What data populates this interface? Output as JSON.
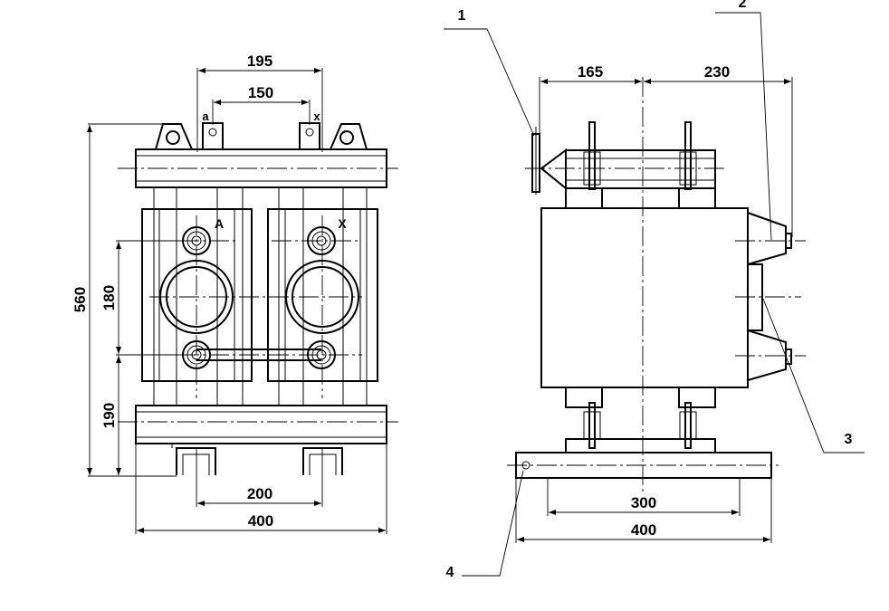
{
  "front_view": {
    "dims": {
      "overall_height": "560",
      "coil_pitch": "180",
      "lower_height": "190",
      "top_span": "195",
      "lead_span": "150",
      "foot_span": "200",
      "base_width": "400"
    },
    "terminal_labels": {
      "a": "a",
      "x_small": "x",
      "A": "A",
      "X": "X"
    }
  },
  "side_view": {
    "dims": {
      "left_part": "165",
      "right_part": "230",
      "mounting_span": "300",
      "base_width": "400"
    },
    "callouts": {
      "c1": "1",
      "c2": "2",
      "c3": "3",
      "c4": "4"
    }
  }
}
